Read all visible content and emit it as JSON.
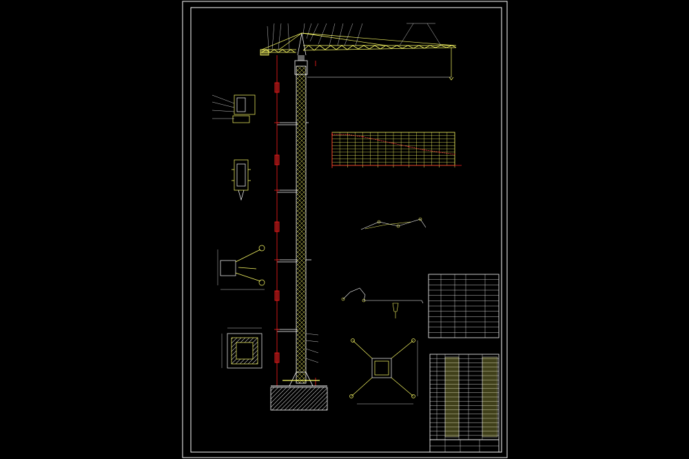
{
  "chart_data": {
    "type": "line",
    "title": "",
    "xlabel": "",
    "ylabel": "",
    "series": [
      {
        "x": [
          0,
          10,
          20,
          30,
          40,
          50,
          60,
          70,
          80
        ],
        "y": [
          14,
          14,
          13,
          11.5,
          10,
          8.5,
          7,
          6,
          5
        ]
      }
    ],
    "x_ticks": [
      "",
      "",
      "",
      "",
      "",
      "",
      "",
      "",
      ""
    ],
    "y_ticks": [
      "",
      "",
      "",
      "",
      "",
      "",
      "",
      "",
      "",
      "",
      "",
      "",
      "",
      "",
      ""
    ],
    "xlim": [
      0,
      80
    ],
    "ylim": [
      0,
      15
    ],
    "grid": true
  },
  "title_block": {
    "drawing_name": "",
    "rows": [
      "",
      "",
      "",
      ""
    ]
  },
  "parameter_table": {
    "headers": [
      "",
      "",
      "",
      ""
    ],
    "rows": [
      "",
      "",
      "",
      "",
      "",
      "",
      "",
      "",
      "",
      "",
      ""
    ]
  },
  "parts_list": {
    "rows": [
      "",
      "",
      "",
      "",
      "",
      "",
      "",
      "",
      "",
      "",
      "",
      "",
      "",
      "",
      "",
      "",
      "",
      "",
      "",
      ""
    ]
  },
  "view_labels": {
    "cab_view": "",
    "hook_view": "",
    "top_view": "",
    "base_view": "",
    "anchor_view": "",
    "curve1": "",
    "curve2": "",
    "curve3": ""
  },
  "colors": {
    "line_white": "#ffffff",
    "line_yellow": "#ffff66",
    "line_red": "#ff2020",
    "background": "#000000"
  }
}
